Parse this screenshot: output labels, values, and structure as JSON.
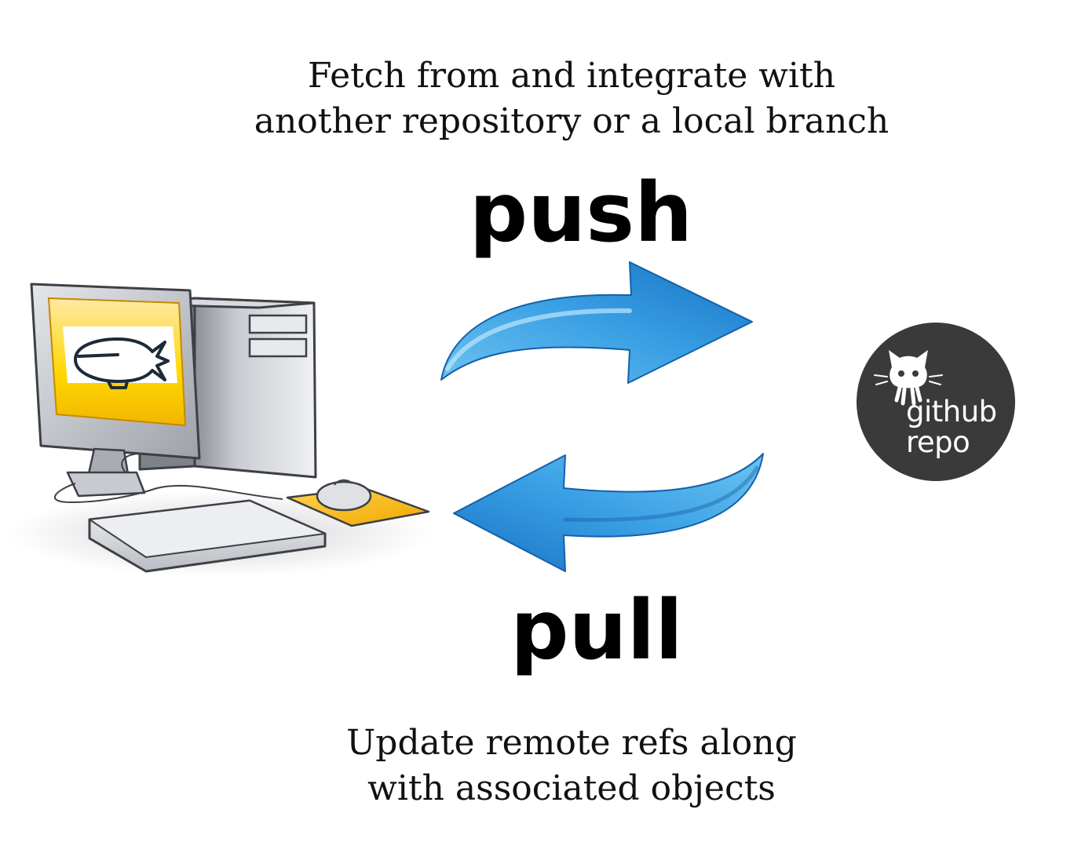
{
  "captions": {
    "top_line1": "Fetch from and integrate with",
    "top_line2": "another repository or a local branch",
    "bottom_line1": "Update remote refs along",
    "bottom_line2": "with associated objects"
  },
  "labels": {
    "push": "push",
    "pull": "pull"
  },
  "remote": {
    "line1": "github",
    "line2": "repo",
    "badge_color": "#3a3a3a"
  },
  "colors": {
    "arrow_light": "#5cb9f0",
    "arrow_dark": "#1670c2",
    "screen_accent": "#f5c400"
  }
}
